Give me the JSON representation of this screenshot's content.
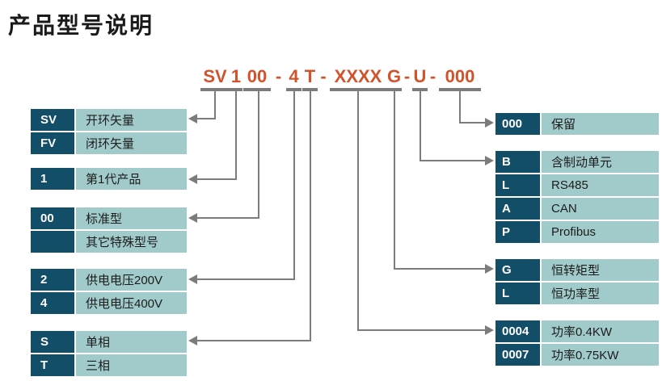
{
  "page": {
    "title": "产品型号说明"
  },
  "model_code": {
    "full": "SV100-4T-XXXXG-U-000",
    "segments": [
      {
        "text": "SV",
        "underlined": true
      },
      {
        "text": "1",
        "underlined": true
      },
      {
        "text": "00",
        "underlined": true
      },
      {
        "text": "-",
        "underlined": false
      },
      {
        "text": "4",
        "underlined": true
      },
      {
        "text": "T",
        "underlined": true
      },
      {
        "text": "-",
        "underlined": false
      },
      {
        "text": "XXXX",
        "underlined": true
      },
      {
        "text": "G",
        "underlined": true
      },
      {
        "text": "-",
        "underlined": false
      },
      {
        "text": "U",
        "underlined": true
      },
      {
        "text": "-",
        "underlined": false
      },
      {
        "text": "000",
        "underlined": true
      }
    ]
  },
  "left_sections": [
    {
      "name": "control-mode",
      "rows": [
        {
          "code": "SV",
          "label": "开环矢量"
        },
        {
          "code": "FV",
          "label": "闭环矢量"
        }
      ]
    },
    {
      "name": "generation",
      "rows": [
        {
          "code": "1",
          "label": "第1代产品"
        }
      ]
    },
    {
      "name": "model-type",
      "rows": [
        {
          "code": "00",
          "label": "标准型"
        },
        {
          "code": "",
          "label": "其它特殊型号"
        }
      ]
    },
    {
      "name": "supply-voltage",
      "rows": [
        {
          "code": "2",
          "label": "供电电压200V"
        },
        {
          "code": "4",
          "label": "供电电压400V"
        }
      ]
    },
    {
      "name": "phase",
      "rows": [
        {
          "code": "S",
          "label": "单相"
        },
        {
          "code": "T",
          "label": "三相"
        }
      ]
    }
  ],
  "right_sections": [
    {
      "name": "reserved",
      "rows": [
        {
          "code": "000",
          "label": "保留"
        }
      ]
    },
    {
      "name": "option-unit",
      "rows": [
        {
          "code": "B",
          "label": "含制动单元"
        },
        {
          "code": "L",
          "label": "RS485"
        },
        {
          "code": "A",
          "label": "CAN"
        },
        {
          "code": "P",
          "label": "Profibus"
        }
      ]
    },
    {
      "name": "torque-type",
      "rows": [
        {
          "code": "G",
          "label": "恒转矩型"
        },
        {
          "code": "L",
          "label": "恒功率型"
        }
      ]
    },
    {
      "name": "power-rating",
      "rows": [
        {
          "code": "0004",
          "label": "功率0.4KW"
        },
        {
          "code": "0007",
          "label": "功率0.75KW"
        }
      ]
    }
  ],
  "colors": {
    "code_cell_bg": "#134e68",
    "label_cell_bg": "#a1cbca",
    "connector": "#7c7c7c",
    "code_text": "#d2532b"
  }
}
